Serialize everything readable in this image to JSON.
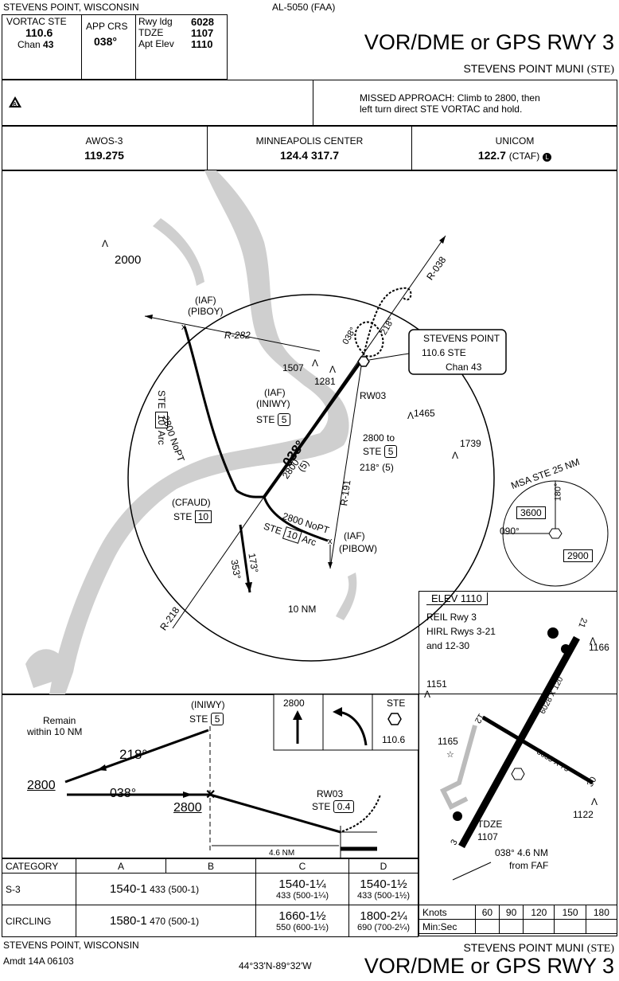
{
  "header": {
    "location": "STEVENS POINT, WISCONSIN",
    "doc_id": "AL-5050 (FAA)",
    "title": "VOR/DME or GPS RWY 3",
    "airport": "STEVENS POINT MUNI",
    "airport_id": "(STE)"
  },
  "briefing": {
    "nav_label": "VORTAC STE",
    "nav_freq": "110.6",
    "nav_chan_label": "Chan",
    "nav_chan": "43",
    "app_crs_label": "APP CRS",
    "app_crs": "038°",
    "rwy_ldg_label": "Rwy ldg",
    "rwy_ldg": "6028",
    "tdze_label": "TDZE",
    "tdze": "1107",
    "apt_elev_label": "Apt Elev",
    "apt_elev": "1110",
    "missed_approach_line1": "MISSED APPROACH: Climb to 2800, then",
    "missed_approach_line2": "left turn direct STE VORTAC and hold."
  },
  "comms": [
    {
      "name": "AWOS-3",
      "freq": "119.275",
      "extra": ""
    },
    {
      "name": "MINNEAPOLIS CENTER",
      "freq": "124.4  317.7",
      "extra": ""
    },
    {
      "name": "UNICOM",
      "freq": "122.7",
      "extra": "(CTAF)"
    }
  ],
  "planview": {
    "alt_2000": "2000",
    "iaf_piboy_1": "(IAF)",
    "iaf_piboy_2": "(PIBOY)",
    "r282": "R-282",
    "r038": "R-038",
    "r191": "R-191",
    "r218": "R-218",
    "obs1507": "1507",
    "obs1281": "1281",
    "obs1465": "1465",
    "obs1739": "1739",
    "vortac_name": "STEVENS POINT",
    "vortac_freq": "110.6  STE",
    "vortac_chan": "Chan 43",
    "rw03": "RW03",
    "iaf_iniwy_1": "(IAF)",
    "iaf_iniwy_2": "(INIWY)",
    "ste5": "STE",
    "d5": "5",
    "arc_text": "2800 NoPT",
    "ste10": "STE",
    "d10": "10",
    "arc": "Arc",
    "alt2800": "2800",
    "crs038": "038°",
    "dist5": "(5)",
    "to2800a": "2800 to",
    "to2800b": "STE",
    "to2800c": "218° (5)",
    "cfaud": "(CFAUD)",
    "iaf_pibow_1": "(IAF)",
    "iaf_pibow_2": "(PIBOW)",
    "crs173": "173°",
    "crs353": "353°",
    "ring": "10 NM",
    "holdin": "038°",
    "holdout": "218°"
  },
  "msa": {
    "title": "MSA STE 25 NM",
    "alt1": "3600",
    "alt2": "2900",
    "b1": "180°",
    "b2": "090°"
  },
  "airport_diagram": {
    "elev": "ELEV 1110",
    "reil": "REIL Rwy 3",
    "hirl1": "HIRL Rwys 3-21",
    "hirl2": "and 12-30",
    "obs1151": "1151",
    "obs1166": "1166",
    "obs1165": "1165",
    "obs1122": "1122",
    "rwy1": "6028 X 120",
    "rwy2": "3635 X 75",
    "tdze": "TDZE",
    "tdze_v": "1107",
    "faf1": "038° 4.6 NM",
    "faf2": "from FAF",
    "r21": "21",
    "r12": "12",
    "r30": "30",
    "r3": "3"
  },
  "profile": {
    "remain1": "Remain",
    "remain2": "within 10 NM",
    "outb": "218°",
    "inb": "038°",
    "alt1": "2800",
    "alt2": "2800",
    "iniwy": "(INIWY)",
    "ste": "STE",
    "d5": "5",
    "rw03": "RW03",
    "d04": "0.4",
    "dist": "4.6 NM",
    "icon_alt": "2800",
    "icon_freq": "110.6",
    "icon_ste": "STE"
  },
  "minimums": {
    "headers": [
      "CATEGORY",
      "A",
      "B",
      "C",
      "D"
    ],
    "rows": [
      {
        "cat": "S-3",
        "ab": "1540-1",
        "ab_sub": "433 (500-1)",
        "c": "1540-1¼",
        "c_sub": "433 (500-1¼)",
        "d": "1540-1½",
        "d_sub": "433 (500-1½)"
      },
      {
        "cat": "CIRCLING",
        "ab": "1580-1",
        "ab_sub": "470 (500-1)",
        "c": "1660-1½",
        "c_sub": "550 (600-1½)",
        "d": "1800-2¼",
        "d_sub": "690 (700-2¼)"
      }
    ]
  },
  "timing": {
    "knots_label": "Knots",
    "speeds": [
      "60",
      "90",
      "120",
      "150",
      "180"
    ],
    "minsec_label": "Min:Sec"
  },
  "footer": {
    "location": "STEVENS POINT, WISCONSIN",
    "amdt": "Amdt 14A  06103",
    "coords": "44°33'N-89°32'W",
    "airport": "STEVENS POINT MUNI",
    "airport_id": "(STE)",
    "title": "VOR/DME or GPS RWY 3"
  }
}
